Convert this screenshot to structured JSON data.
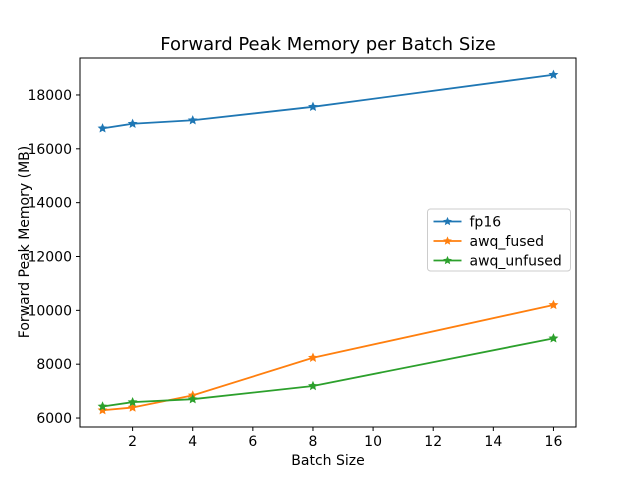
{
  "chart_data": {
    "type": "line",
    "title": "Forward Peak Memory per Batch Size",
    "xlabel": "Batch Size",
    "ylabel": "Forward Peak Memory (MB)",
    "x": [
      1,
      2,
      4,
      8,
      16
    ],
    "series": [
      {
        "name": "fp16",
        "color": "#1f77b4",
        "marker": "star",
        "values": [
          16760,
          16930,
          17060,
          17560,
          18750
        ]
      },
      {
        "name": "awq_fused",
        "color": "#ff7f0e",
        "marker": "star",
        "values": [
          6290,
          6390,
          6840,
          8240,
          10200
        ]
      },
      {
        "name": "awq_unfused",
        "color": "#2ca02c",
        "marker": "star",
        "values": [
          6430,
          6590,
          6700,
          7190,
          8960
        ]
      }
    ],
    "xticks": [
      2,
      4,
      6,
      8,
      10,
      12,
      14,
      16
    ],
    "xtick_labels": [
      "2",
      "4",
      "6",
      "8",
      "10",
      "12",
      "14",
      "16"
    ],
    "yticks": [
      6000,
      8000,
      10000,
      12000,
      14000,
      16000,
      18000
    ],
    "ytick_labels": [
      "6000",
      "8000",
      "10000",
      "12000",
      "14000",
      "16000",
      "18000"
    ],
    "xlim": [
      0.25,
      16.75
    ],
    "ylim": [
      5667,
      19373
    ],
    "grid": false,
    "legend": {
      "position": "center-right",
      "entries": [
        "fp16",
        "awq_fused",
        "awq_unfused"
      ]
    },
    "colors": {
      "axes": "#000000",
      "background": "#ffffff",
      "legend_border": "#cccccc"
    }
  }
}
